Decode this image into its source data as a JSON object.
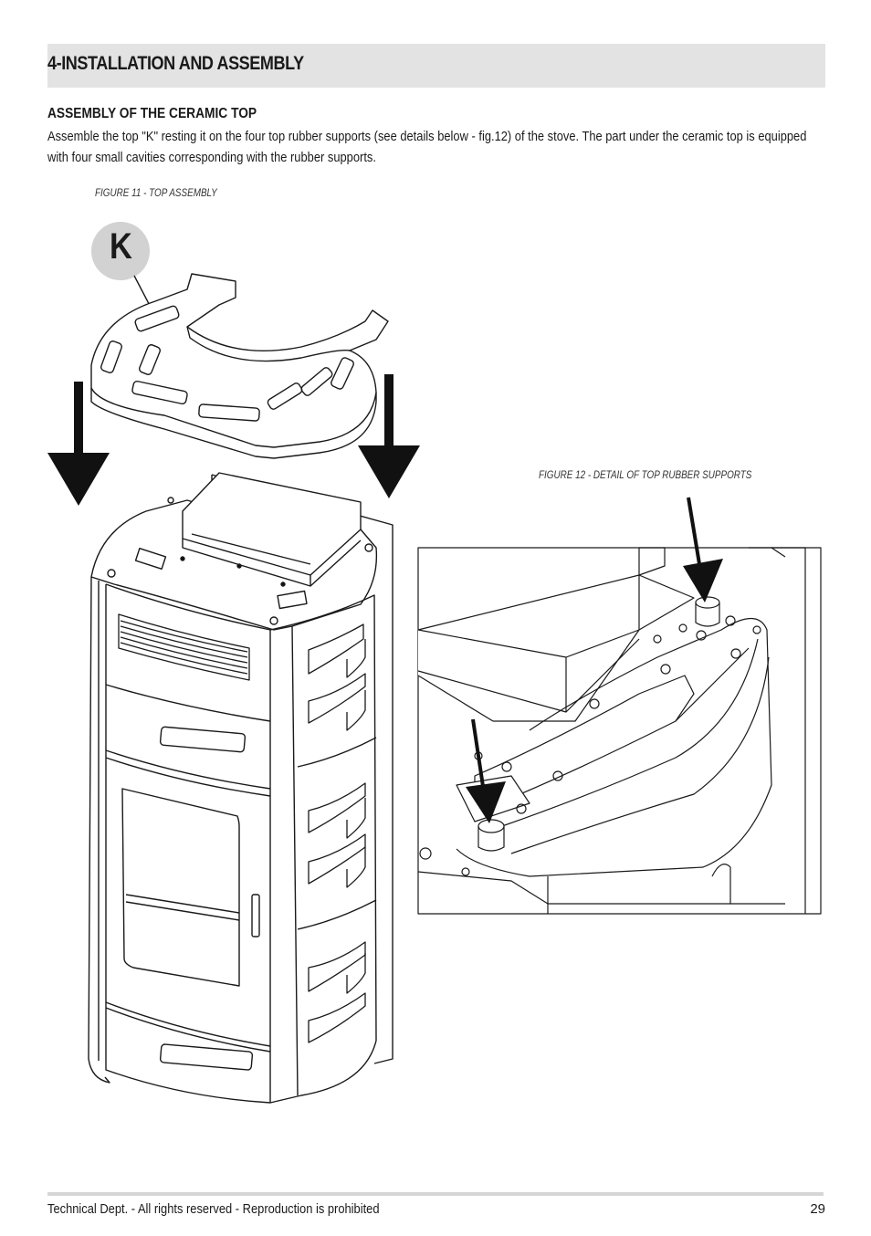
{
  "section": {
    "title": "4-INSTALLATION AND ASSEMBLY"
  },
  "subsection": {
    "title": "ASSEMBLY OF THE CERAMIC TOP"
  },
  "paragraph": "Assemble the top \"K\" resting it on the four top rubber supports (see details below - fig.12) of the stove. The part under the ceramic top is equipped with four small cavities corresponding with the rubber supports.",
  "figure11": {
    "caption": "FIGURE 11 - TOP ASSEMBLY",
    "label": "K"
  },
  "figure12": {
    "caption": "FIGURE 12 - DETAIL OF TOP RUBBER SUPPORTS"
  },
  "footer": {
    "text": "Technical Dept. - All rights reserved - Reproduction is prohibited",
    "page": "29"
  },
  "colors": {
    "header_band": "#e3e3e3",
    "label_circle": "#d2d2d2",
    "ink": "#1a1a1a"
  }
}
